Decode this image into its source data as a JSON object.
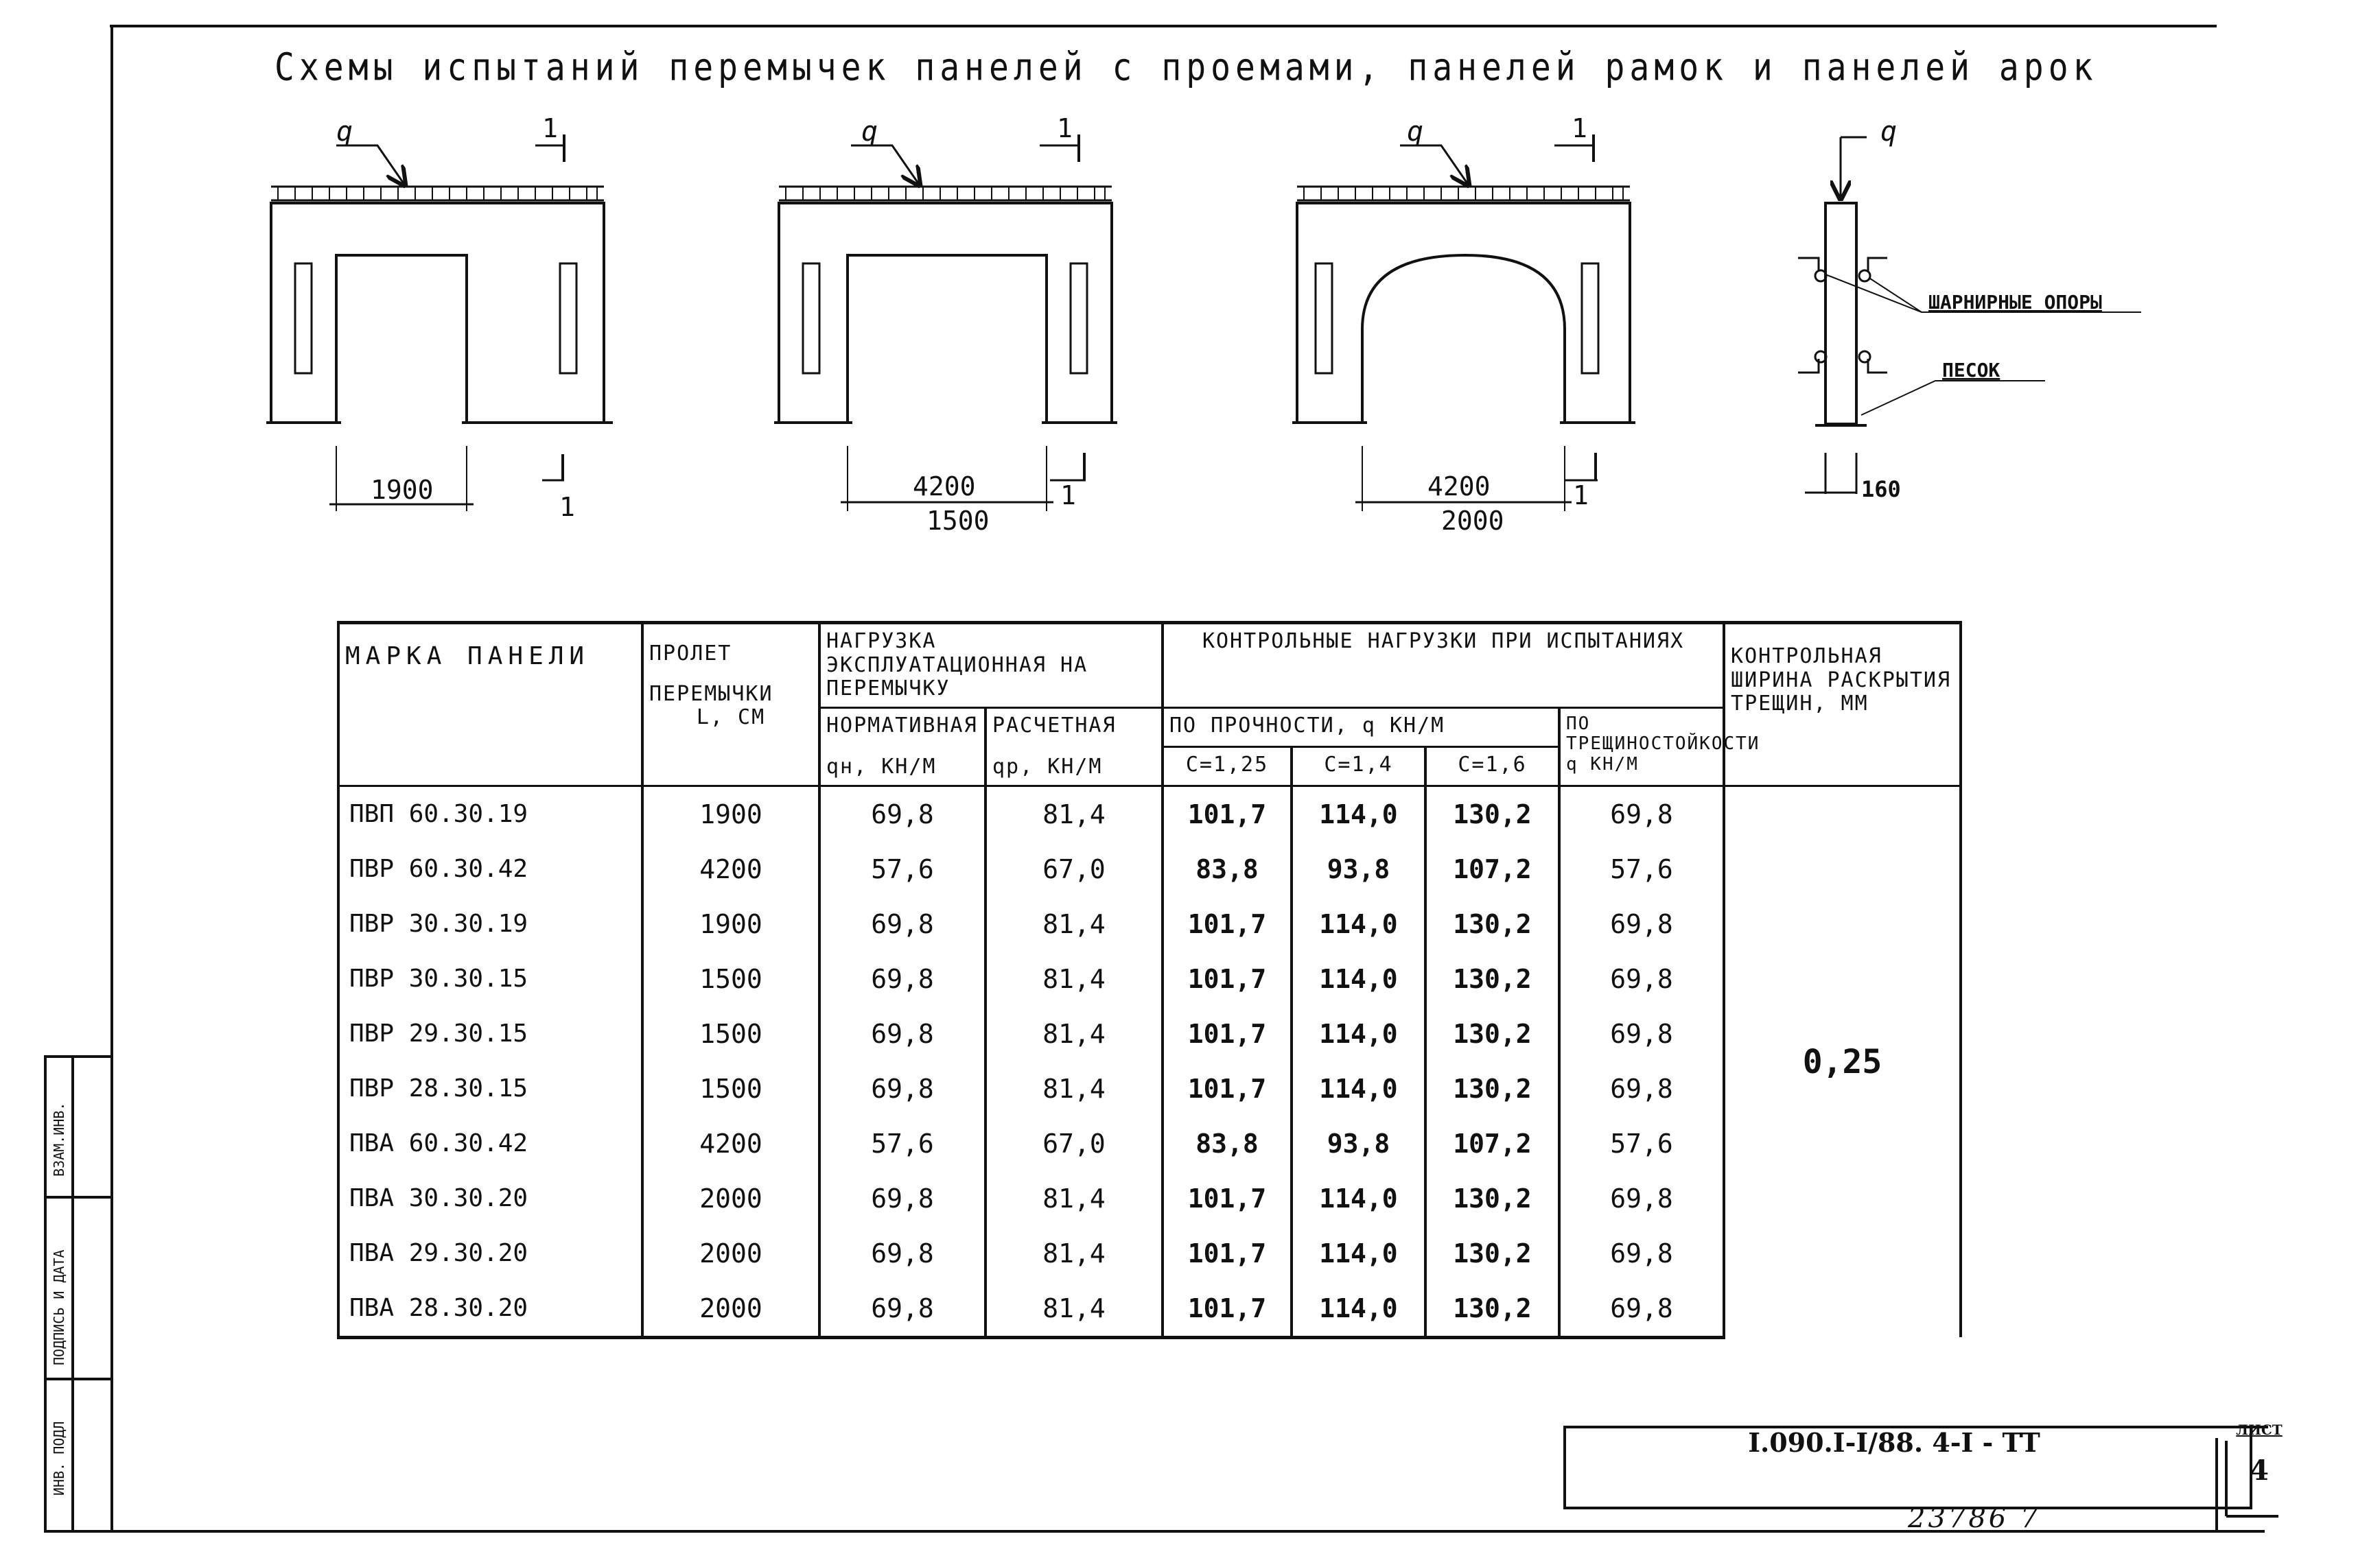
{
  "title": "Схемы испытаний перемычек панелей с проемами, панелей рамок и панелей арок",
  "schemes": {
    "load_symbol": "q",
    "section_mark": "1",
    "scheme1": {
      "span": "1900"
    },
    "scheme2": {
      "span": "4200",
      "span2": "1500"
    },
    "scheme3": {
      "span": "4200",
      "span2": "2000"
    },
    "section": {
      "width": "160",
      "note_supports": "ШАРНИРНЫЕ ОПОРЫ",
      "note_sand": "ПЕСОК"
    }
  },
  "table": {
    "headers": {
      "mark": "МАРКА ПАНЕЛИ",
      "span_line1": "ПРОЛЕТ",
      "span_line2": "ПЕРЕМЫЧКИ",
      "span_line3": "L, СМ",
      "operating": "НАГРУЗКА ЭКСПЛУАТАЦИОННАЯ НА ПЕРЕМЫЧКУ",
      "normative": "НОРМАТИВНАЯ",
      "normative_unit": "qн, КН/М",
      "design": "РАСЧЕТНАЯ",
      "design_unit": "qр, КН/М",
      "control": "КОНТРОЛЬНЫЕ НАГРУЗКИ ПРИ ИСПЫТАНИЯХ",
      "strength": "ПО ПРОЧНОСТИ, q КН/М",
      "c1": "С=1,25",
      "c2": "С=1,4",
      "c3": "С=1,6",
      "crack": "ПО ТРЕЩИНОСТОЙКОСТИ q КН/М",
      "width": "КОНТРОЛЬНАЯ ШИРИНА РАСКРЫТИЯ ТРЕЩИН, ММ"
    },
    "rows": [
      [
        "ПВП 60.30.19",
        "1900",
        "69,8",
        "81,4",
        "101,7",
        "114,0",
        "130,2",
        "69,8"
      ],
      [
        "ПВР 60.30.42",
        "4200",
        "57,6",
        "67,0",
        "83,8",
        "93,8",
        "107,2",
        "57,6"
      ],
      [
        "ПВР 30.30.19",
        "1900",
        "69,8",
        "81,4",
        "101,7",
        "114,0",
        "130,2",
        "69,8"
      ],
      [
        "ПВР 30.30.15",
        "1500",
        "69,8",
        "81,4",
        "101,7",
        "114,0",
        "130,2",
        "69,8"
      ],
      [
        "ПВР 29.30.15",
        "1500",
        "69,8",
        "81,4",
        "101,7",
        "114,0",
        "130,2",
        "69,8"
      ],
      [
        "ПВР 28.30.15",
        "1500",
        "69,8",
        "81,4",
        "101,7",
        "114,0",
        "130,2",
        "69,8"
      ],
      [
        "ПВА 60.30.42",
        "4200",
        "57,6",
        "67,0",
        "83,8",
        "93,8",
        "107,2",
        "57,6"
      ],
      [
        "ПВА 30.30.20",
        "2000",
        "69,8",
        "81,4",
        "101,7",
        "114,0",
        "130,2",
        "69,8"
      ],
      [
        "ПВА 29.30.20",
        "2000",
        "69,8",
        "81,4",
        "101,7",
        "114,0",
        "130,2",
        "69,8"
      ],
      [
        "ПВА 28.30.20",
        "2000",
        "69,8",
        "81,4",
        "101,7",
        "114,0",
        "130,2",
        "69,8"
      ]
    ],
    "crack_width": "0,25"
  },
  "stamp": {
    "inv": "ИНВ. ПОДЛ",
    "sign": "ПОДПИСЬ И ДАТА",
    "replace": "ВЗАМ.ИНВ."
  },
  "title_block": {
    "code": "I.090.I-I/88. 4-I - TT",
    "sheet_label": "ЛИСТ",
    "sheet": "4"
  },
  "inventory_number": "23786 7"
}
